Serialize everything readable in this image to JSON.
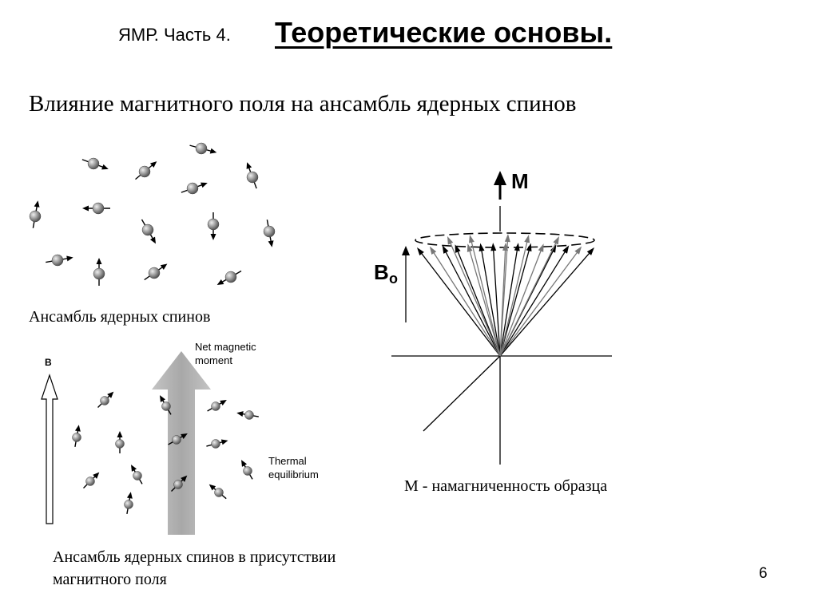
{
  "header": {
    "prefix": "ЯМР. Часть 4.",
    "title": "Теоретические основы."
  },
  "subtitle": "Влияние магнитного поля на ансамбль ядерных спинов",
  "figures": {
    "random_ensemble": {
      "caption": "Ансамбль ядерных спинов"
    },
    "field_ensemble": {
      "caption": "Ансамбль ядерных спинов в присутствии магнитного поля",
      "field_label": "B",
      "net_moment_line1": "Net magnetic",
      "net_moment_line2": "moment",
      "thermal_line1": "Thermal",
      "thermal_line2": "equilibrium"
    },
    "cone": {
      "magnetization_label": "M",
      "field_label_main": "B",
      "field_label_sub": "o",
      "caption": "M - намагниченность образца"
    }
  },
  "page_number": "6",
  "colors": {
    "text": "#000000",
    "sphere": "#9a9a9a",
    "net_arrow": "#b0b0b0"
  },
  "icons": {
    "spin": "sphere-with-arrow",
    "field_arrow": "hollow-up-arrow"
  }
}
